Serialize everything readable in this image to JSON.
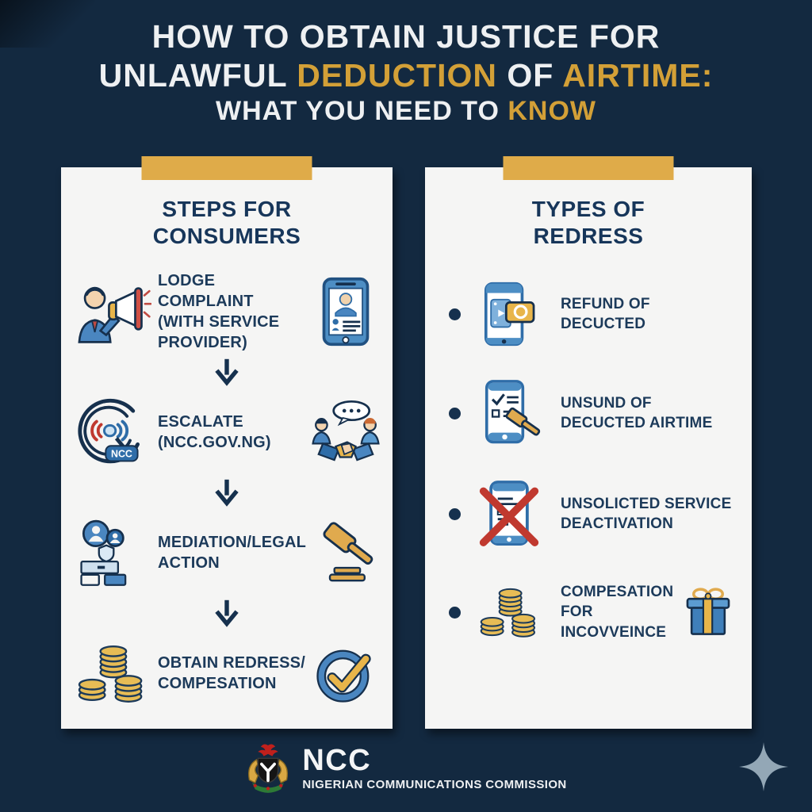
{
  "title": {
    "line1": "HOW TO OBTAIN JUSTICE FOR",
    "line2_part1": "UNLAWFUL ",
    "line2_part2": "DEDUCTION",
    "line2_part3": " OF ",
    "line2_part4": "AIRTIME:",
    "line3_part1": "WHAT YOU NEED TO ",
    "line3_part2": "KNOW"
  },
  "left_card": {
    "heading_line1": "STEPS FOR",
    "heading_line2": "CONSUMERS",
    "steps": [
      {
        "label1": "LODGE COMPLAINT",
        "label2": "(WITH SERVICE PROVIDER)",
        "left_icon": "megaphone-person-icon",
        "right_icon": "phone-contact-icon"
      },
      {
        "label1": "ESCALATE",
        "label2": "(NCC.GOV.NG)",
        "left_icon": "ncc-signal-icon",
        "right_icon": "handshake-chat-icon",
        "badge": "NCC"
      },
      {
        "label1": "MEDIATION/LEGAL ACTION",
        "label2": "",
        "left_icon": "mediation-people-icon",
        "right_icon": "gavel-icon"
      },
      {
        "label1": "OBTAIN REDRESS/",
        "label2": "COMPESATION",
        "left_icon": "coins-icon",
        "right_icon": "check-circle-icon"
      }
    ]
  },
  "right_card": {
    "heading_line1": "TYPES OF",
    "heading_line2": "REDRESS",
    "items": [
      {
        "text1": "REFUND OF DECUCTED",
        "text2": "",
        "icon": "phone-refund-icon"
      },
      {
        "text1": "UNSUND OF DECUCTED AIRTIME",
        "text2": "",
        "icon": "phone-verdict-icon"
      },
      {
        "text1": "UNSOLICTED SERVICE",
        "text2": "DEACTIVATION",
        "icon": "phone-cancel-icon"
      },
      {
        "text1": "COMPESATION",
        "text2": "FOR INCOVVEINCE",
        "icon": "coins-icon",
        "right_icon": "gift-icon"
      }
    ]
  },
  "footer": {
    "org_abbr": "NCC",
    "org_name": "NIGERIAN COMMUNICATIONS COMMISSION",
    "logo_icon": "nigeria-coat-of-arms-icon"
  },
  "decor": {
    "sparkle_icon": "sparkle-icon"
  },
  "colors": {
    "background": "#132940",
    "card": "#f5f5f4",
    "tab_gold": "#dfab49",
    "title_gold": "#d3a037",
    "navy_text": "#1c3a5a",
    "icon_blue": "#4a86c0",
    "icon_red": "#c0392f",
    "icon_gold": "#e7bc55",
    "sparkle": "#93a7b6"
  }
}
